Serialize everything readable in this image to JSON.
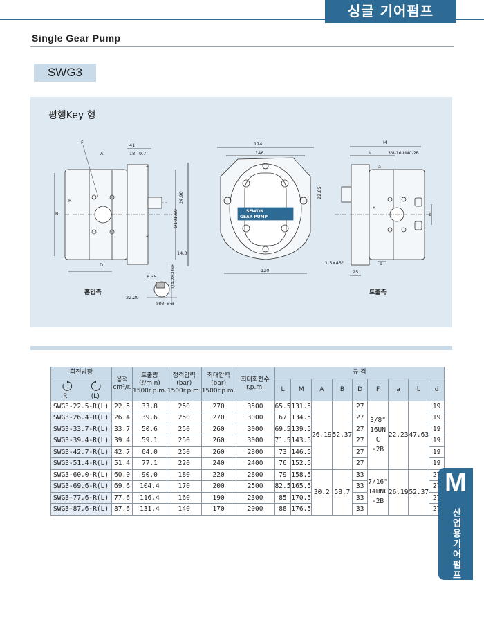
{
  "header": {
    "title": "싱글 기어펌프",
    "subtitle_en": "Single Gear Pump"
  },
  "model": "SWG3",
  "drawing": {
    "type_label": "평행Key 형",
    "suction_label": "흡입측",
    "discharge_label": "토출측",
    "brand_line1": "SEWON",
    "brand_line2": "GEAR PUMP",
    "dims": {
      "d174": "174",
      "d146": "146",
      "d120": "120",
      "d41": "41",
      "d18": "18",
      "d97": "9.7",
      "d2490": "24.90",
      "d10160": "Ø101.60",
      "d2205": "22.05",
      "d143": "14.3",
      "d635": "6.35",
      "d2220": "22.20",
      "unf": "1/4-28-UNF",
      "seeaa": "see. a-a",
      "unc": "3/8-16-UNC-2B",
      "ch": "1.5×45°",
      "d25": "25",
      "A": "A",
      "B": "B",
      "D": "D",
      "F": "F",
      "a": "a",
      "b": "b",
      "d": "d",
      "L": "L",
      "M": "M"
    }
  },
  "table": {
    "headers": {
      "rotation": "회전방향",
      "rot_r": "R",
      "rot_l": "(L)",
      "displacement": "용적",
      "disp_unit": "cm³/r.",
      "flow": "토출량",
      "flow_unit": "(ℓ/min)",
      "flow_rpm": "1500r.p.m.",
      "rated": "정격압력",
      "rated_unit": "(bar)",
      "rated_rpm": "1500r.p.m.",
      "max_p": "최대압력",
      "max_p_unit": "(bar)",
      "max_p_rpm": "1500r.p.m.",
      "max_speed": "최대회전수",
      "max_speed_unit": "r.p.m.",
      "spec": "규 격",
      "cols": [
        "L",
        "M",
        "A",
        "B",
        "D",
        "F",
        "a",
        "b",
        "d"
      ]
    },
    "rows": [
      {
        "model": "SWG3-22.5-R(L)",
        "disp": "22.5",
        "flow": "33.8",
        "rated": "250",
        "max": "270",
        "rpm": "3500",
        "L": "65.5",
        "M": "131.5",
        "D": "27",
        "d": "19"
      },
      {
        "model": "SWG3-26.4-R(L)",
        "disp": "26.4",
        "flow": "39.6",
        "rated": "250",
        "max": "270",
        "rpm": "3000",
        "L": "67",
        "M": "134.5",
        "D": "27",
        "d": "19"
      },
      {
        "model": "SWG3-33.7-R(L)",
        "disp": "33.7",
        "flow": "50.6",
        "rated": "250",
        "max": "260",
        "rpm": "3000",
        "L": "69.5",
        "M": "139.5",
        "D": "27",
        "d": "19"
      },
      {
        "model": "SWG3-39.4-R(L)",
        "disp": "39.4",
        "flow": "59.1",
        "rated": "250",
        "max": "260",
        "rpm": "3000",
        "L": "71.5",
        "M": "143.5",
        "D": "27",
        "d": "19"
      },
      {
        "model": "SWG3-42.7-R(L)",
        "disp": "42.7",
        "flow": "64.0",
        "rated": "250",
        "max": "260",
        "rpm": "2800",
        "L": "73",
        "M": "146.5",
        "D": "27",
        "d": "19"
      },
      {
        "model": "SWG3-51.4-R(L)",
        "disp": "51.4",
        "flow": "77.1",
        "rated": "220",
        "max": "240",
        "rpm": "2400",
        "L": "76",
        "M": "152.5",
        "D": "27",
        "d": "19"
      },
      {
        "model": "SWG3-60.0-R(L)",
        "disp": "60.0",
        "flow": "90.0",
        "rated": "180",
        "max": "220",
        "rpm": "2800",
        "L": "79",
        "M": "158.5",
        "D": "33",
        "d": "27"
      },
      {
        "model": "SWG3-69.6-R(L)",
        "disp": "69.6",
        "flow": "104.4",
        "rated": "170",
        "max": "200",
        "rpm": "2500",
        "L": "82.5",
        "M": "165.5",
        "D": "33",
        "d": "27"
      },
      {
        "model": "SWG3-77.6-R(L)",
        "disp": "77.6",
        "flow": "116.4",
        "rated": "160",
        "max": "190",
        "rpm": "2300",
        "L": "85",
        "M": "170.5",
        "D": "33",
        "d": "27"
      },
      {
        "model": "SWG3-87.6-R(L)",
        "disp": "87.6",
        "flow": "131.4",
        "rated": "140",
        "max": "170",
        "rpm": "2000",
        "L": "88",
        "M": "176.5",
        "D": "33",
        "d": "27"
      }
    ],
    "group1": {
      "A": "26.19",
      "B": "52.37",
      "F1": "3/8\"",
      "F2": "16UN",
      "F3": "C",
      "F4": "-2B",
      "a": "22.23",
      "b": "47.63"
    },
    "group2": {
      "A": "30.2",
      "B": "58.7",
      "F1": "7/16\"",
      "F2": "14UNC",
      "F3": "-2B",
      "a": "26.19",
      "b": "52.37"
    }
  },
  "side_tab": {
    "letter": "M",
    "text": "산업용기어펌프"
  }
}
